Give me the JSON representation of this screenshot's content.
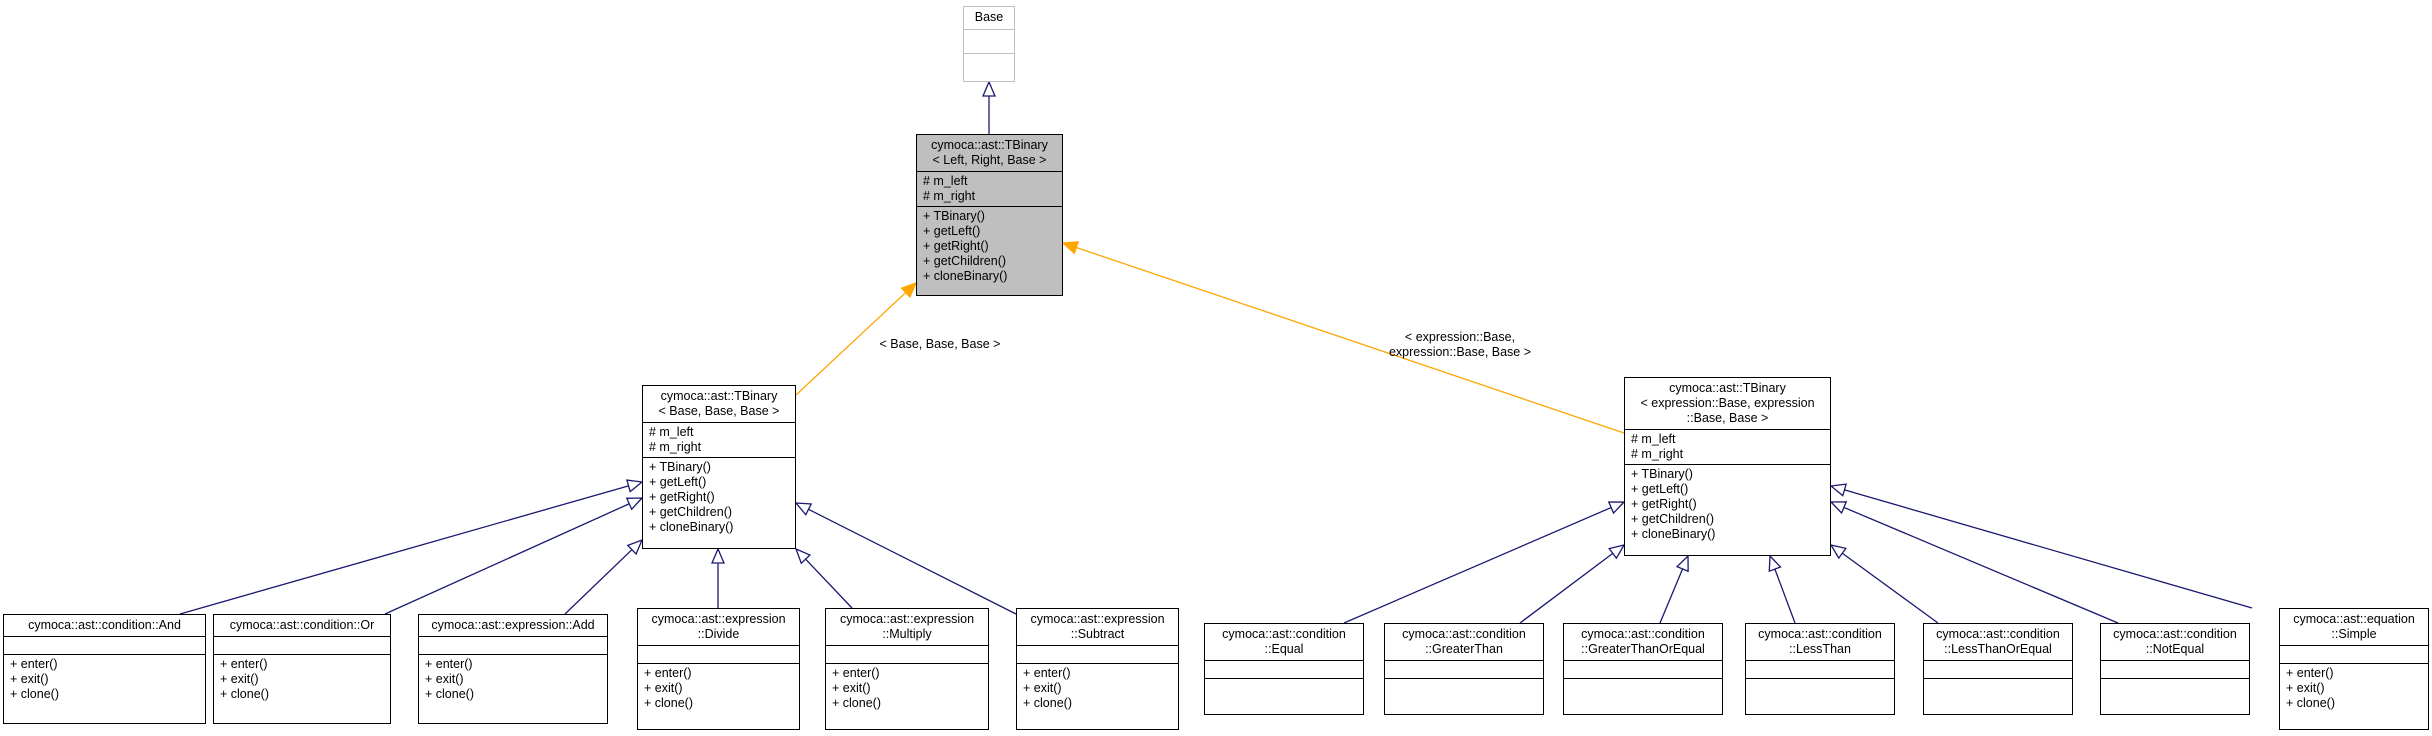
{
  "nodes": [
    {
      "id": "base",
      "title": [
        "Base"
      ],
      "attributes": [],
      "methods": []
    },
    {
      "id": "tbinary",
      "title": [
        "cymoca::ast::TBinary",
        "< Left, Right, Base >"
      ],
      "attributes": [
        "# m_left",
        "# m_right"
      ],
      "methods": [
        "+ TBinary()",
        "+ getLeft()",
        "+ getRight()",
        "+ getChildren()",
        "+ cloneBinary()"
      ]
    },
    {
      "id": "tbin_bbb",
      "title": [
        "cymoca::ast::TBinary",
        "< Base, Base, Base >"
      ],
      "attributes": [
        "# m_left",
        "# m_right"
      ],
      "methods": [
        "+ TBinary()",
        "+ getLeft()",
        "+ getRight()",
        "+ getChildren()",
        "+ cloneBinary()"
      ]
    },
    {
      "id": "tbin_expr",
      "title": [
        "cymoca::ast::TBinary",
        "< expression::Base, expression",
        "::Base, Base >"
      ],
      "attributes": [
        "# m_left",
        "# m_right"
      ],
      "methods": [
        "+ TBinary()",
        "+ getLeft()",
        "+ getRight()",
        "+ getChildren()",
        "+ cloneBinary()"
      ]
    },
    {
      "id": "and",
      "title": [
        "cymoca::ast::condition::And"
      ],
      "attributes": [],
      "methods": [
        "+ enter()",
        "+ exit()",
        "+ clone()"
      ]
    },
    {
      "id": "or",
      "title": [
        "cymoca::ast::condition::Or"
      ],
      "attributes": [],
      "methods": [
        "+ enter()",
        "+ exit()",
        "+ clone()"
      ]
    },
    {
      "id": "add",
      "title": [
        "cymoca::ast::expression::Add"
      ],
      "attributes": [],
      "methods": [
        "+ enter()",
        "+ exit()",
        "+ clone()"
      ]
    },
    {
      "id": "divide",
      "title": [
        "cymoca::ast::expression",
        "::Divide"
      ],
      "attributes": [],
      "methods": [
        "+ enter()",
        "+ exit()",
        "+ clone()"
      ]
    },
    {
      "id": "multiply",
      "title": [
        "cymoca::ast::expression",
        "::Multiply"
      ],
      "attributes": [],
      "methods": [
        "+ enter()",
        "+ exit()",
        "+ clone()"
      ]
    },
    {
      "id": "subtract",
      "title": [
        "cymoca::ast::expression",
        "::Subtract"
      ],
      "attributes": [],
      "methods": [
        "+ enter()",
        "+ exit()",
        "+ clone()"
      ]
    },
    {
      "id": "equal",
      "title": [
        "cymoca::ast::condition",
        "::Equal"
      ],
      "attributes": [],
      "methods": []
    },
    {
      "id": "gt",
      "title": [
        "cymoca::ast::condition",
        "::GreaterThan"
      ],
      "attributes": [],
      "methods": []
    },
    {
      "id": "gte",
      "title": [
        "cymoca::ast::condition",
        "::GreaterThanOrEqual"
      ],
      "attributes": [],
      "methods": []
    },
    {
      "id": "lt",
      "title": [
        "cymoca::ast::condition",
        "::LessThan"
      ],
      "attributes": [],
      "methods": []
    },
    {
      "id": "lte",
      "title": [
        "cymoca::ast::condition",
        "::LessThanOrEqual"
      ],
      "attributes": [],
      "methods": []
    },
    {
      "id": "ne",
      "title": [
        "cymoca::ast::condition",
        "::NotEqual"
      ],
      "attributes": [],
      "methods": []
    },
    {
      "id": "simple",
      "title": [
        "cymoca::ast::equation",
        "::Simple"
      ],
      "attributes": [],
      "methods": [
        "+ enter()",
        "+ exit()",
        "+ clone()"
      ]
    }
  ],
  "edges": [
    {
      "from": "tbinary",
      "to": "base",
      "kind": "inherit"
    },
    {
      "from": "tbin_bbb",
      "to": "tbinary",
      "kind": "template",
      "label": [
        "< Base, Base, Base >"
      ]
    },
    {
      "from": "tbin_expr",
      "to": "tbinary",
      "kind": "template",
      "label": [
        "< expression::Base,",
        "expression::Base, Base >"
      ]
    },
    {
      "from": "and",
      "to": "tbin_bbb",
      "kind": "inherit"
    },
    {
      "from": "or",
      "to": "tbin_bbb",
      "kind": "inherit"
    },
    {
      "from": "add",
      "to": "tbin_bbb",
      "kind": "inherit"
    },
    {
      "from": "divide",
      "to": "tbin_bbb",
      "kind": "inherit"
    },
    {
      "from": "multiply",
      "to": "tbin_bbb",
      "kind": "inherit"
    },
    {
      "from": "subtract",
      "to": "tbin_bbb",
      "kind": "inherit"
    },
    {
      "from": "equal",
      "to": "tbin_expr",
      "kind": "inherit"
    },
    {
      "from": "gt",
      "to": "tbin_expr",
      "kind": "inherit"
    },
    {
      "from": "gte",
      "to": "tbin_expr",
      "kind": "inherit"
    },
    {
      "from": "lt",
      "to": "tbin_expr",
      "kind": "inherit"
    },
    {
      "from": "lte",
      "to": "tbin_expr",
      "kind": "inherit"
    },
    {
      "from": "ne",
      "to": "tbin_expr",
      "kind": "inherit"
    },
    {
      "from": "simple",
      "to": "tbin_expr",
      "kind": "inherit"
    }
  ],
  "colors": {
    "inherit": "#191970",
    "template": "#ffa500",
    "current_fill": "#bfbfbf",
    "ghost_border": "#bfbfbf"
  }
}
